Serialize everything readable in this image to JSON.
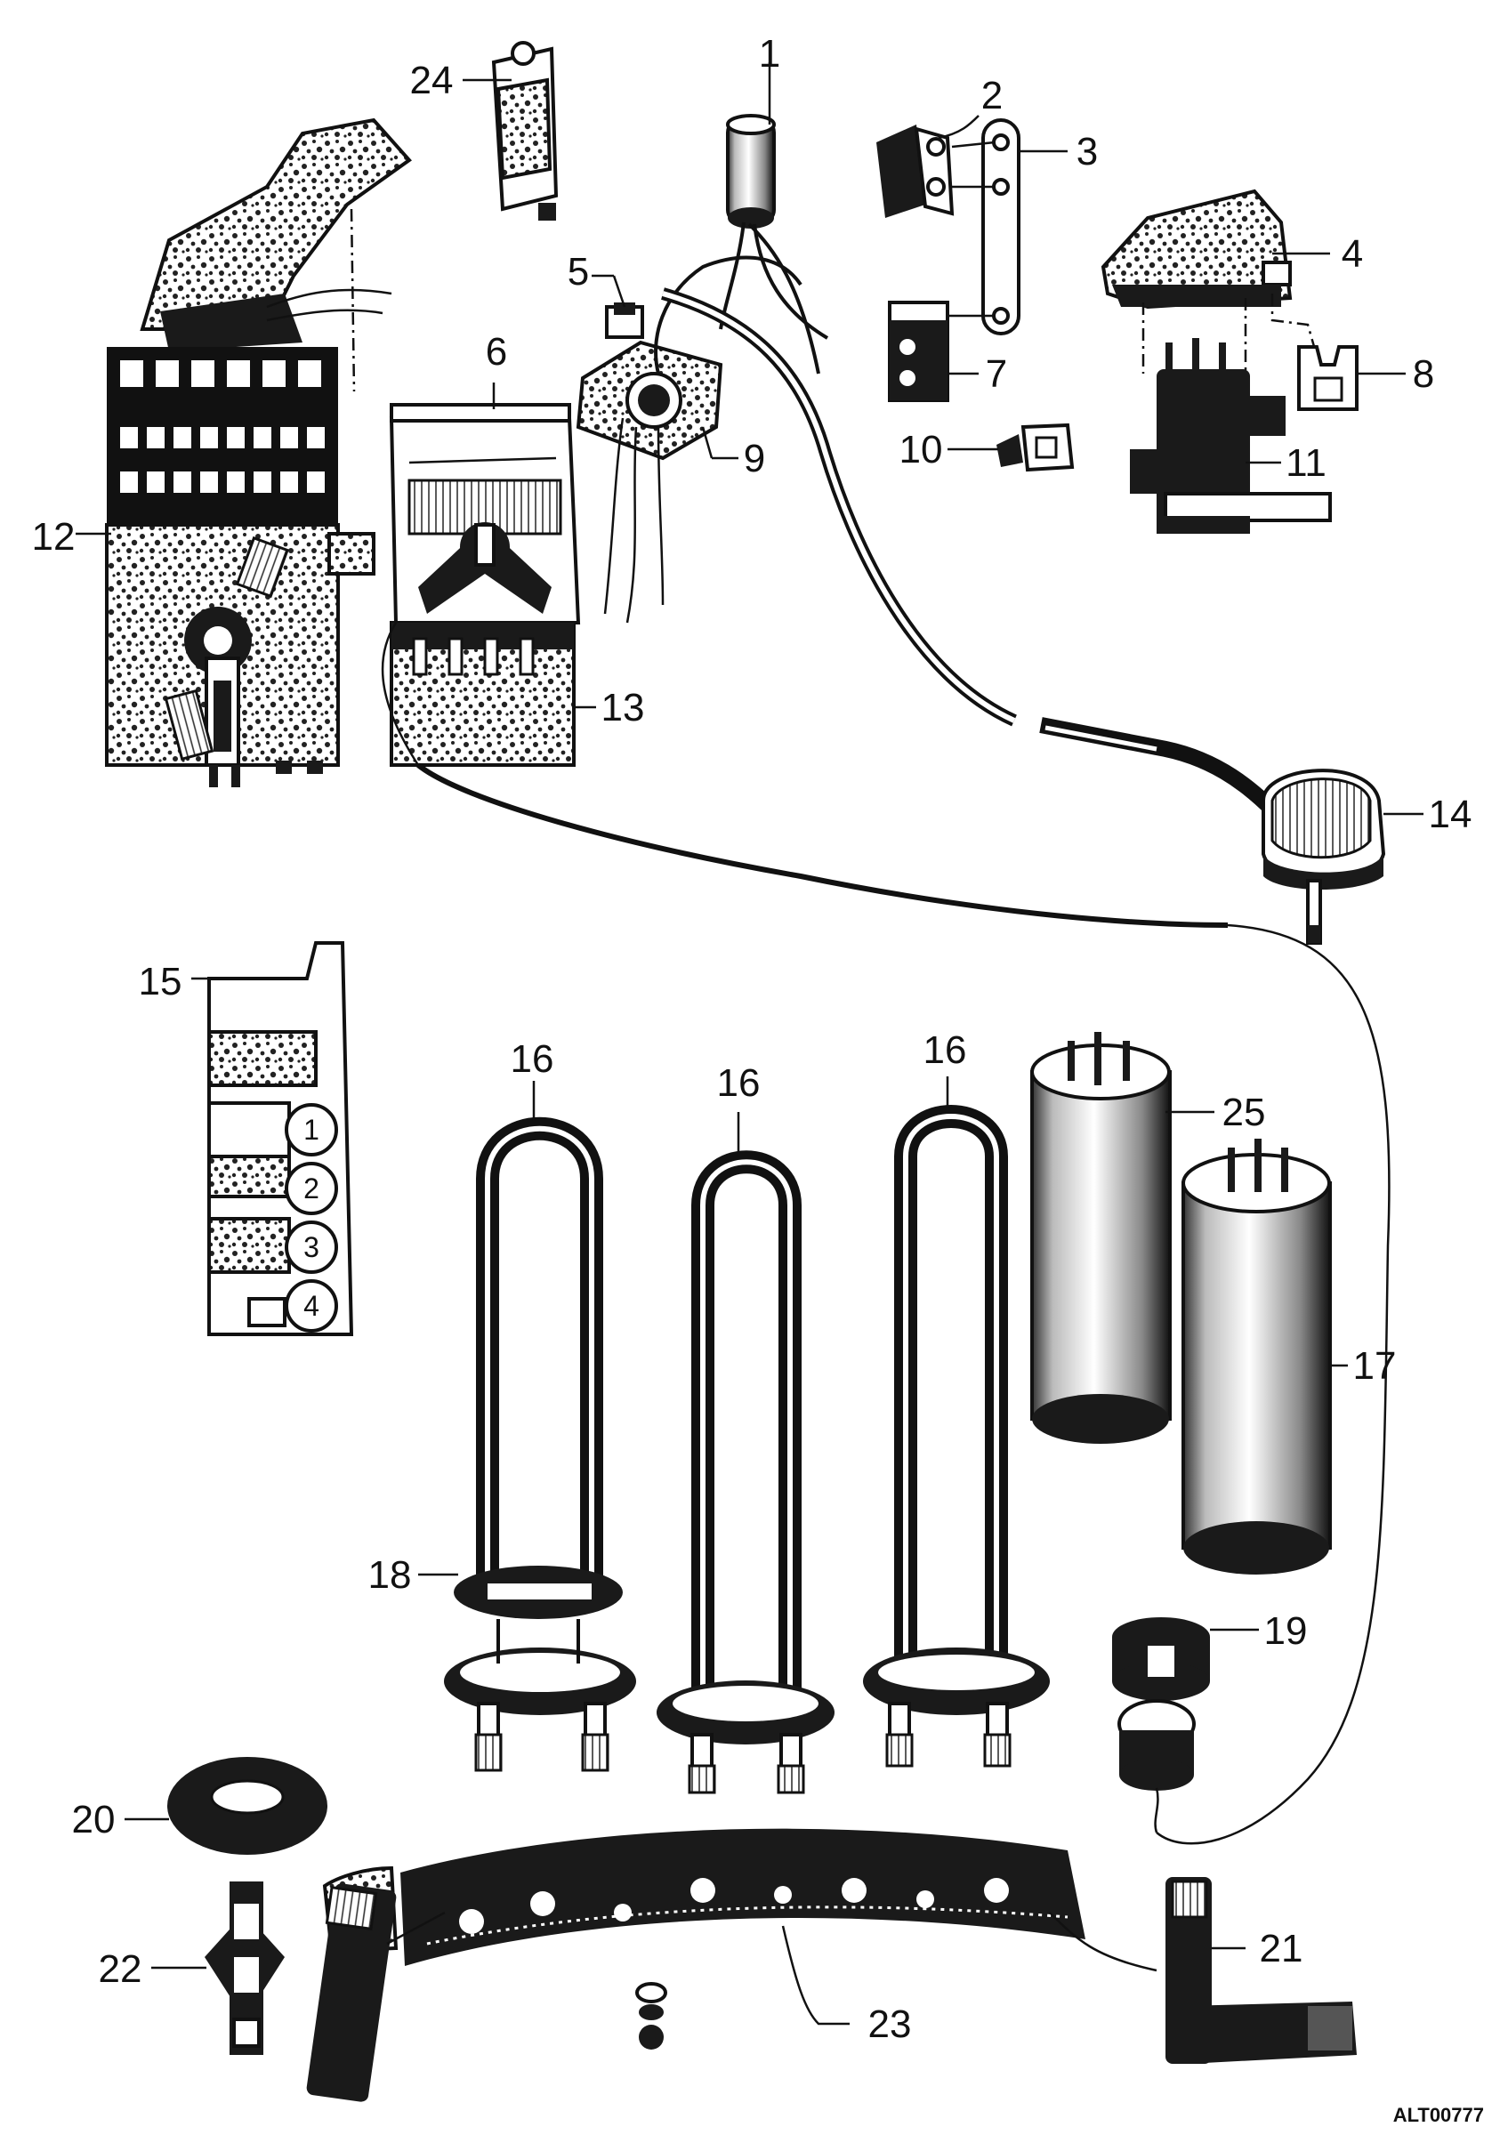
{
  "callouts": [
    "1",
    "2",
    "3",
    "4",
    "5",
    "6",
    "7",
    "8",
    "9",
    "10",
    "11",
    "12",
    "13",
    "14",
    "15",
    "16",
    "16",
    "16",
    "17",
    "18",
    "19",
    "20",
    "21",
    "22",
    "23",
    "24",
    "25"
  ],
  "bank_numbers": [
    "1",
    "2",
    "3",
    "4"
  ],
  "reference_code": "ALT00777"
}
